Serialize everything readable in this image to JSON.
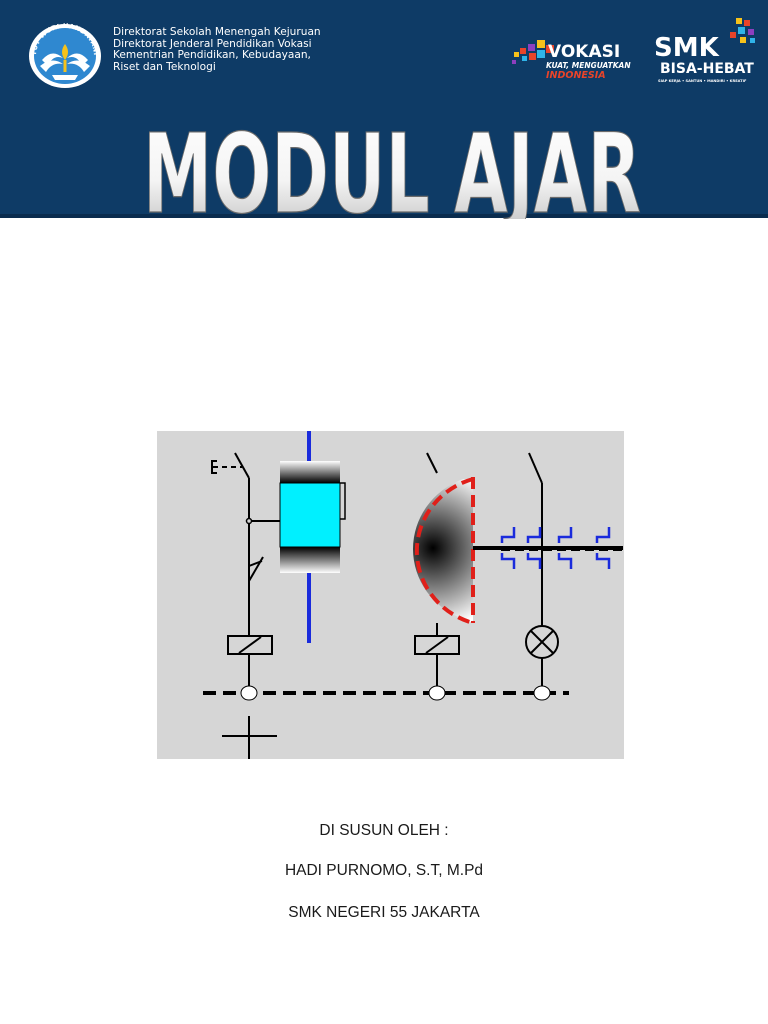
{
  "header": {
    "directorate_lines": [
      "Direktorat Sekolah Menengah Kejuruan",
      "Direktorat Jenderal Pendidikan Vokasi",
      "Kementrian Pendidikan, Kebudayaan,",
      "Riset dan Teknologi"
    ],
    "logo_tut_wuri_text": "TUT WURI HANDAYANI",
    "vokasi_logo": {
      "word": "VOKASI",
      "line1": "KUAT, MENGUATKAN",
      "line2": "INDONESIA"
    },
    "smk_logo": {
      "word": "SMK",
      "tagline": "BISA-HEBAT",
      "subtagline": "SIAP KERJA • SANTUN • MANDIRI • KREATIF"
    },
    "title": "MODUL AJAR"
  },
  "credits": {
    "line1": "DI SUSUN OLEH :",
    "line2": "HADI PURNOMO, S.T, M.Pd",
    "line3": "SMK NEGERI 55 JAKARTA"
  },
  "colors": {
    "banner": "#0e3b66",
    "diagram_bg": "#d6d6d6",
    "accent_red": "#e0201a",
    "accent_blue": "#1a2bdc",
    "cyan": "#00f0ff"
  }
}
